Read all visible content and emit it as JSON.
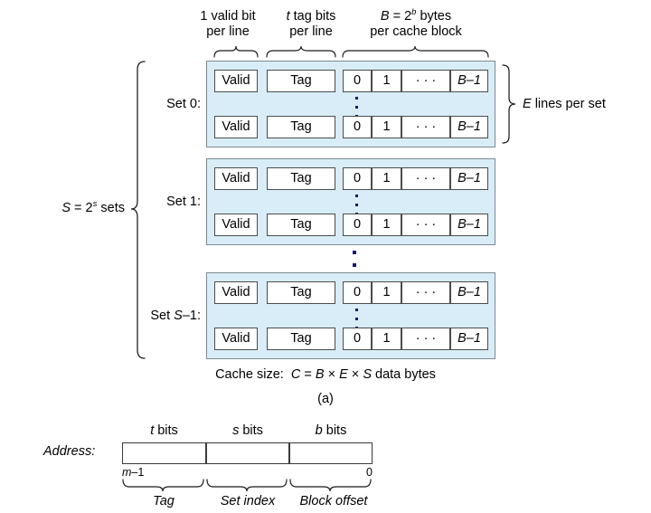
{
  "figure": {
    "part_label": "(a)",
    "cache_size_line": "Cache size:",
    "cache_size_formula_c": "C",
    "cache_size_formula_rest": " = B × E × S data bytes"
  },
  "colors": {
    "set_fill": "#d8edf8",
    "set_border": "#7d8a92",
    "cell_border": "#4c4c4c",
    "dot": "#1a1a6a",
    "text": "#000000",
    "page_bg": "#ffffff"
  },
  "headers": {
    "valid": {
      "line1": "1 valid bit",
      "line2": "per line"
    },
    "tag": {
      "line1_italic": "t",
      "line1_rest": " tag bits",
      "line2": "per line"
    },
    "block": {
      "line1_b": "B",
      "line1_eq": " = 2",
      "line1_sup": "b",
      "line1_rest": " bytes",
      "line2": "per cache block"
    }
  },
  "side_labels": {
    "sets_italic_s": "S",
    "sets_eq": " = 2",
    "sets_sup": "s",
    "sets_rest": " sets",
    "lines_per_set_italic": "E",
    "lines_per_set_rest": " lines per set"
  },
  "sets": [
    {
      "name": "set-0",
      "label_prefix": "Set 0",
      "label_suffix": ":",
      "lines": [
        {
          "valid": "Valid",
          "tag": "Tag",
          "bytes": [
            "0",
            "1",
            "· · ·",
            "B–1"
          ]
        },
        {
          "valid": "Valid",
          "tag": "Tag",
          "bytes": [
            "0",
            "1",
            "· · ·",
            "B–1"
          ]
        }
      ]
    },
    {
      "name": "set-1",
      "label_prefix": "Set 1",
      "label_suffix": ":",
      "lines": [
        {
          "valid": "Valid",
          "tag": "Tag",
          "bytes": [
            "0",
            "1",
            "· · ·",
            "B–1"
          ]
        },
        {
          "valid": "Valid",
          "tag": "Tag",
          "bytes": [
            "0",
            "1",
            "· · ·",
            "B–1"
          ]
        }
      ]
    },
    {
      "name": "set-s-minus-1",
      "label_prefix": "Set S–1",
      "label_suffix": ":",
      "lines": [
        {
          "valid": "Valid",
          "tag": "Tag",
          "bytes": [
            "0",
            "1",
            "· · ·",
            "B–1"
          ]
        },
        {
          "valid": "Valid",
          "tag": "Tag",
          "bytes": [
            "0",
            "1",
            "· · ·",
            "B–1"
          ]
        }
      ]
    }
  ],
  "address": {
    "row_label": "Address:",
    "fields": [
      {
        "name": "tag",
        "bits_italic": "t",
        "bits_rest": " bits",
        "brace_label": "Tag"
      },
      {
        "name": "set-index",
        "bits_italic": "s",
        "bits_rest": " bits",
        "brace_label": "Set index"
      },
      {
        "name": "block-offset",
        "bits_italic": "b",
        "bits_rest": " bits",
        "brace_label": "Block offset"
      }
    ],
    "msb_italic": "m",
    "msb_rest": "–1",
    "lsb": "0"
  }
}
